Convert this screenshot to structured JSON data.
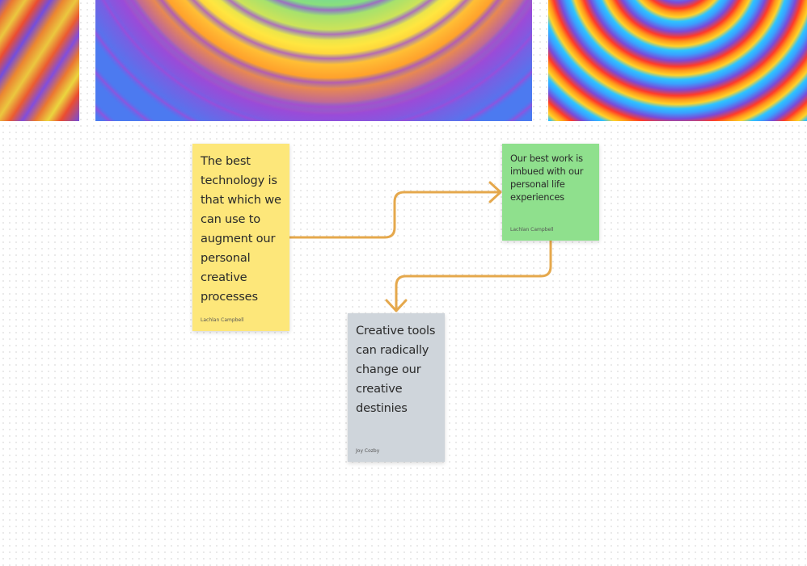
{
  "images": [
    {
      "name": "wave-pattern-left"
    },
    {
      "name": "wave-pattern-middle"
    },
    {
      "name": "wave-pattern-right"
    }
  ],
  "stickies": {
    "yellow": {
      "text": "The best technology is that which we can use to augment our personal creative processes",
      "author": "Lachlan Campbell",
      "color": "#fde77a"
    },
    "green": {
      "text": "Our best work is imbued with our personal life experiences",
      "author": "Lachlan Campbell",
      "color": "#8fe08d"
    },
    "gray": {
      "text": "Creative tools can radically change our creative destinies",
      "author": "Joy Cozby",
      "color": "#cfd5db"
    }
  },
  "connectors": {
    "color": "#e5a84c"
  }
}
